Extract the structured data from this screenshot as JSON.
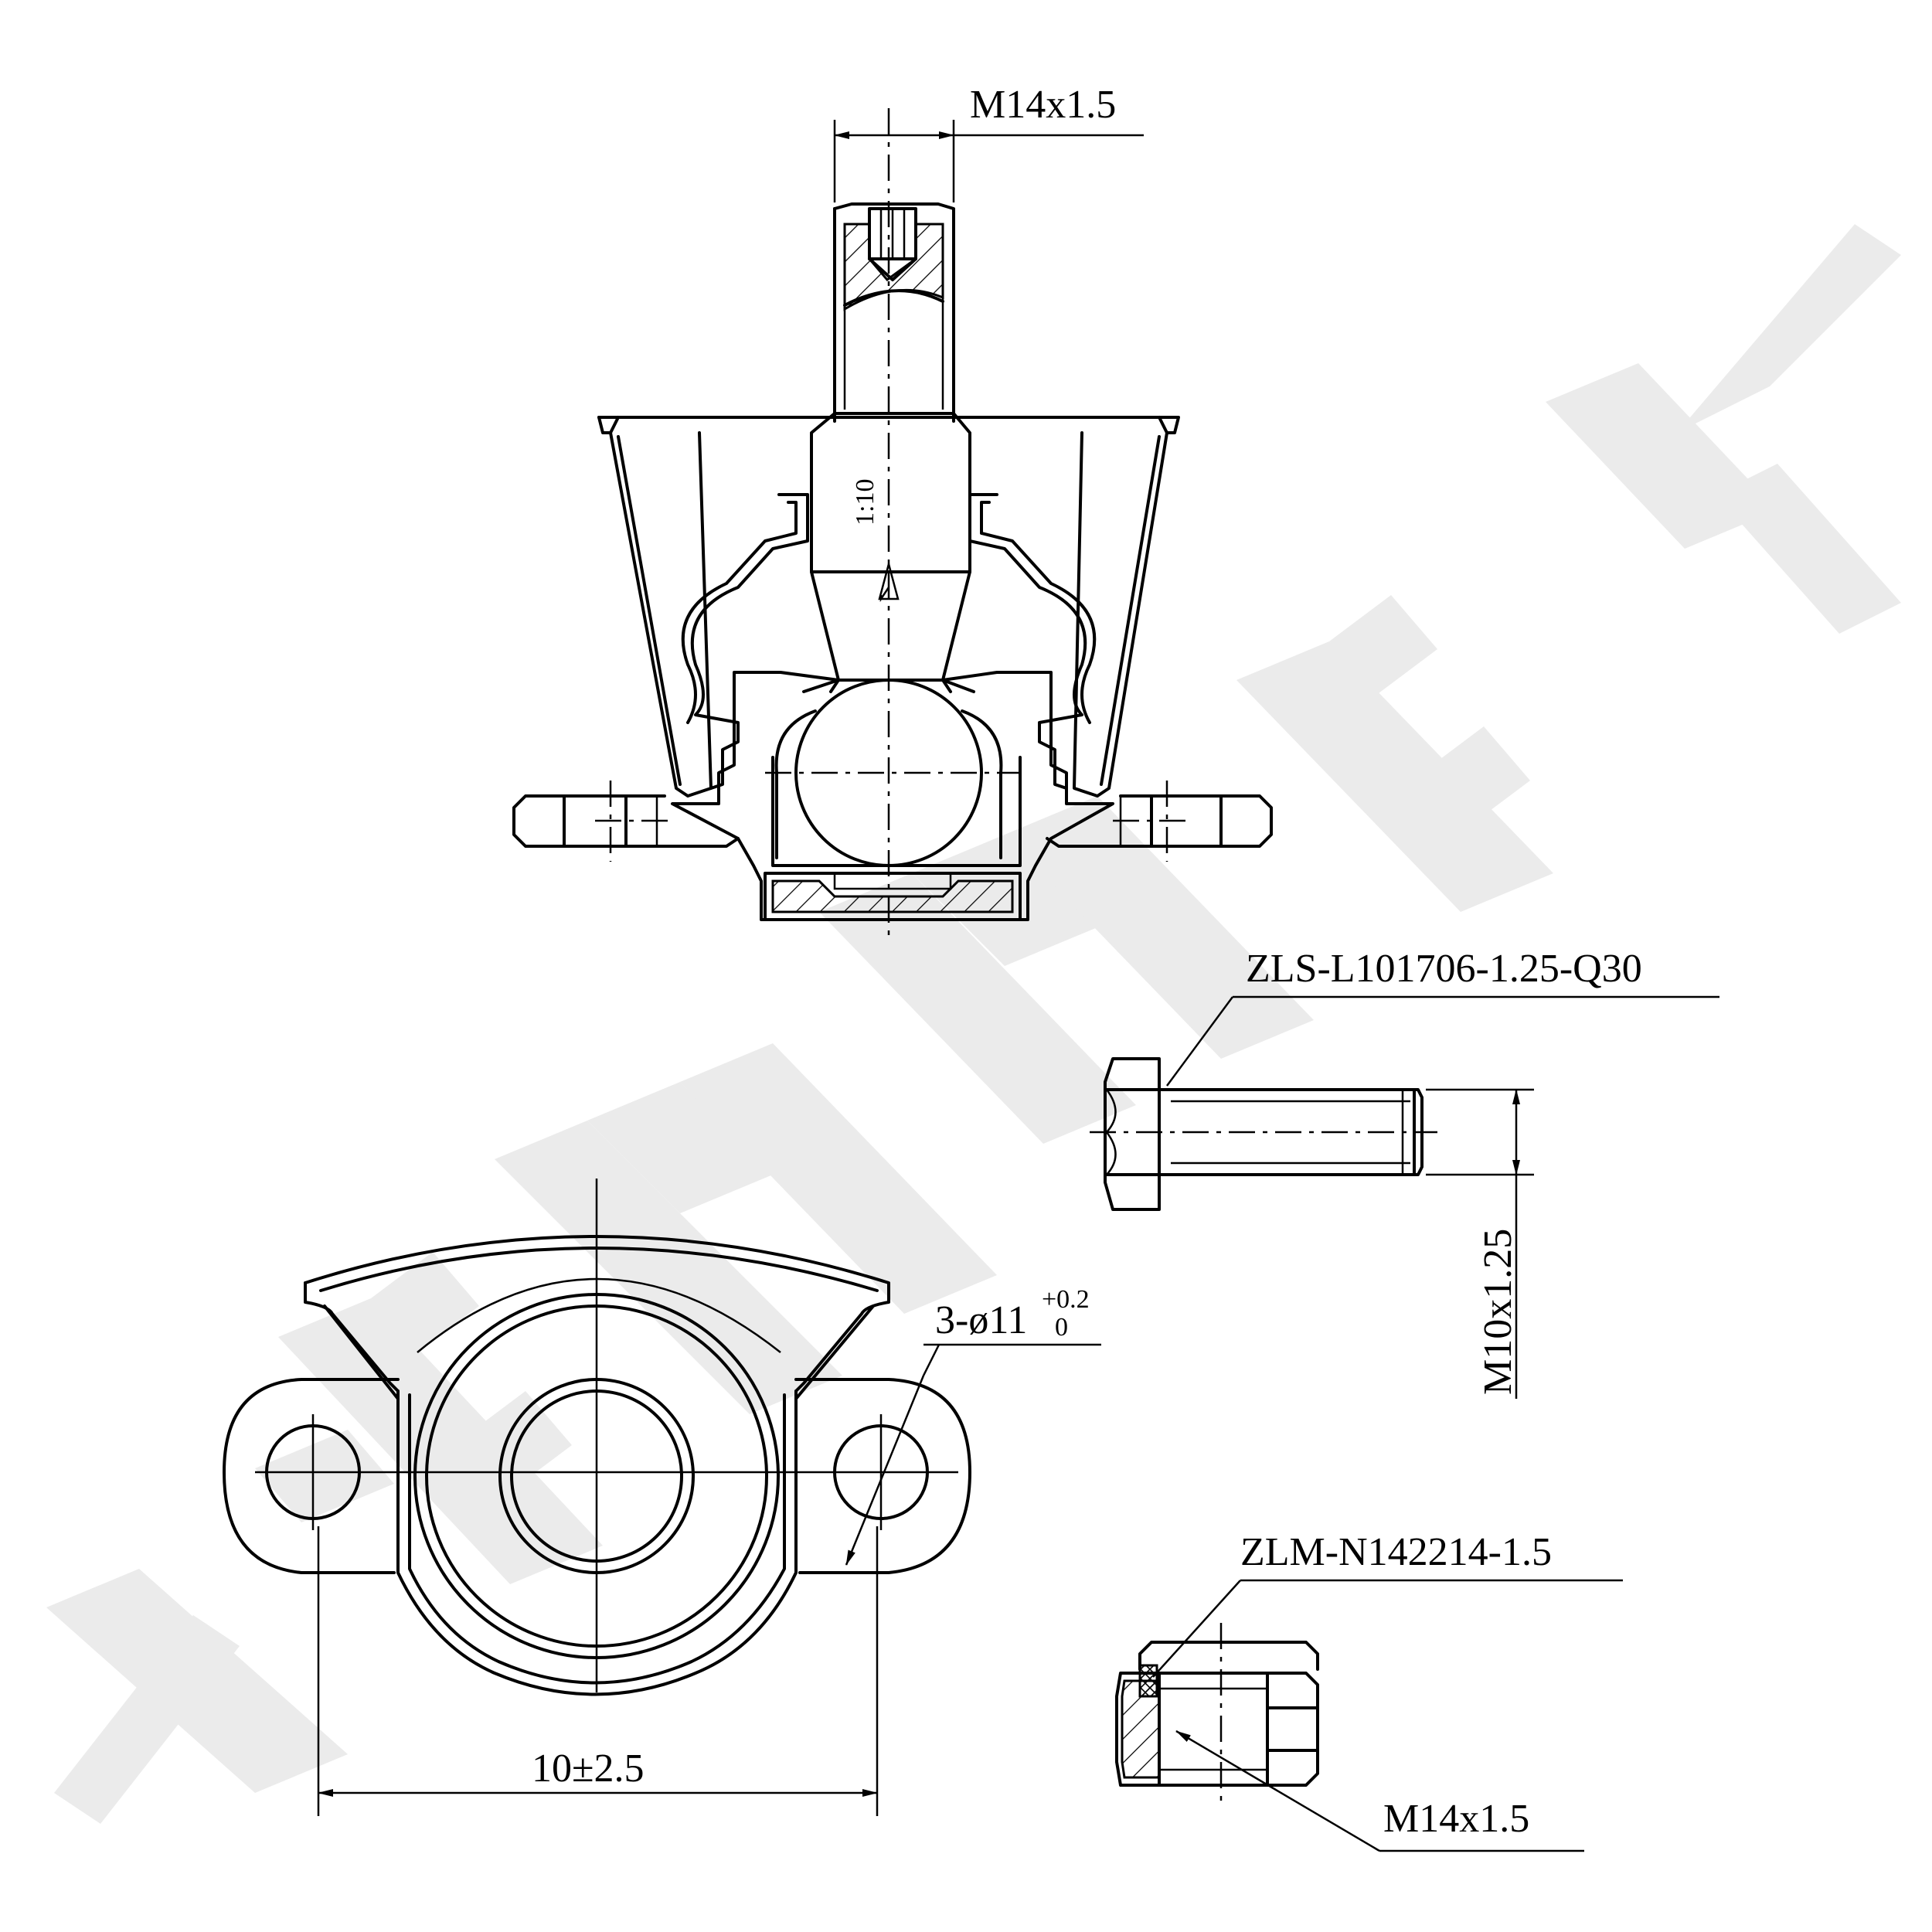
{
  "labels": {
    "stud_thread": "M14x1.5",
    "taper": "1:10",
    "bolt_part": "ZLS-L101706-1.25-Q30",
    "bolt_thread": "M10x1.25",
    "hole_count_dia": "3-ø11",
    "hole_tol_upper": "+0.2",
    "hole_tol_lower": "0",
    "nut_part": "ZLM-N142214-1.5",
    "nut_thread": "M14x1.5",
    "offset": "10±2.5"
  },
  "watermark": "ZENNEK"
}
